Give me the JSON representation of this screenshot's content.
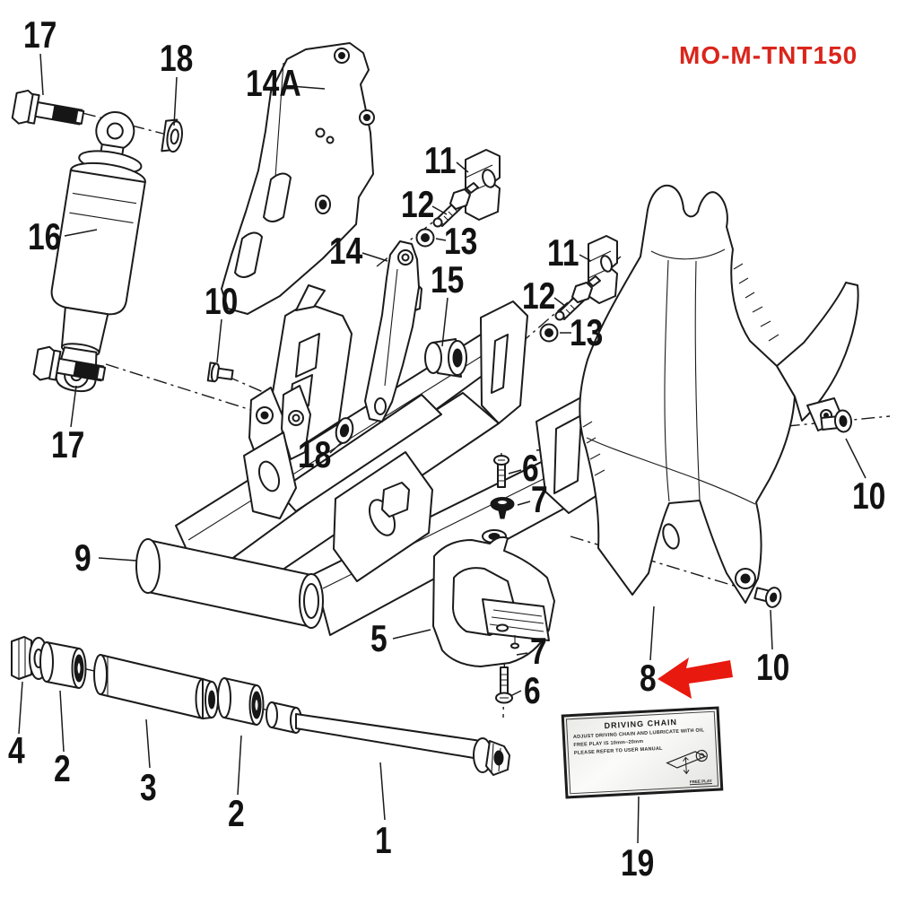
{
  "title": {
    "code": "MO-M-TNT150"
  },
  "colors": {
    "accent_red": "#da251c",
    "arrow_red": "#e8190f",
    "line_black": "#1b1b1b"
  },
  "callouts": {
    "bolt17_top": "17",
    "nut18_top": "18",
    "bracket14A": "14A",
    "shock16": "16",
    "adjuster11_a": "11",
    "bolt12_a": "12",
    "nut13_a": "13",
    "bracket14": "14",
    "bushing15": "15",
    "adjuster11_b": "11",
    "bolt12_b": "12",
    "nut13_b": "13",
    "bolt10_a": "10",
    "nut18_b": "18",
    "screw6_a": "6",
    "washer7_a": "7",
    "bolt17_b": "17",
    "swingarm9": "9",
    "slider5": "5",
    "washer7_b": "7",
    "screw6_b": "6",
    "fender8": "8",
    "bolt10_b": "10",
    "bolt10_c": "10",
    "nut4": "4",
    "bushing2_a": "2",
    "spacer3": "3",
    "bushing2_b": "2",
    "axle1": "1",
    "sticker19": "19"
  },
  "sticker": {
    "title": "DRIVING CHAIN",
    "line1": "ADJUST DRIVING CHAIN AND LUBRICATE WITH OIL",
    "line2": "FREE PLAY IS 10mm~20mm",
    "line3": "PLEASE REFER TO USER MANUAL",
    "caption": "FREE PLAY"
  }
}
